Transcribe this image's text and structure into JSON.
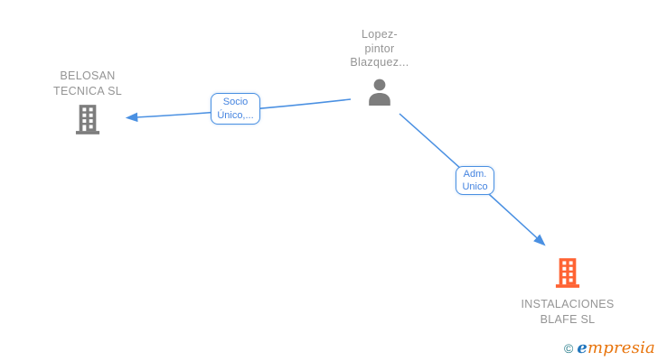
{
  "colors": {
    "edge_blue": "#4a90e2",
    "node_text_gray": "#949494",
    "company_icon_gray": "#7d7d7d",
    "company_icon_orange": "#ff6333",
    "logo_copyright_teal": "#267c8a",
    "logo_e_blue": "#2176bd",
    "logo_rest_orange": "#e8740c"
  },
  "nodes": {
    "belosan": {
      "type": "company",
      "label": [
        "BELOSAN",
        "TECNICA SL"
      ]
    },
    "lopez": {
      "type": "person",
      "label": [
        "Lopez-",
        "pintor",
        "Blazquez..."
      ]
    },
    "instalaciones": {
      "type": "company",
      "label": [
        "INSTALACIONES",
        "BLAFE SL"
      ]
    }
  },
  "edges": {
    "socio": {
      "from": "lopez",
      "to": "belosan",
      "label": [
        "Socio",
        "Único,..."
      ]
    },
    "adm": {
      "from": "lopez",
      "to": "instalaciones",
      "label": [
        "Adm.",
        "Unico"
      ]
    }
  },
  "footer": {
    "copyright": "©",
    "brand_e": "e",
    "brand_rest": "mpresia"
  }
}
